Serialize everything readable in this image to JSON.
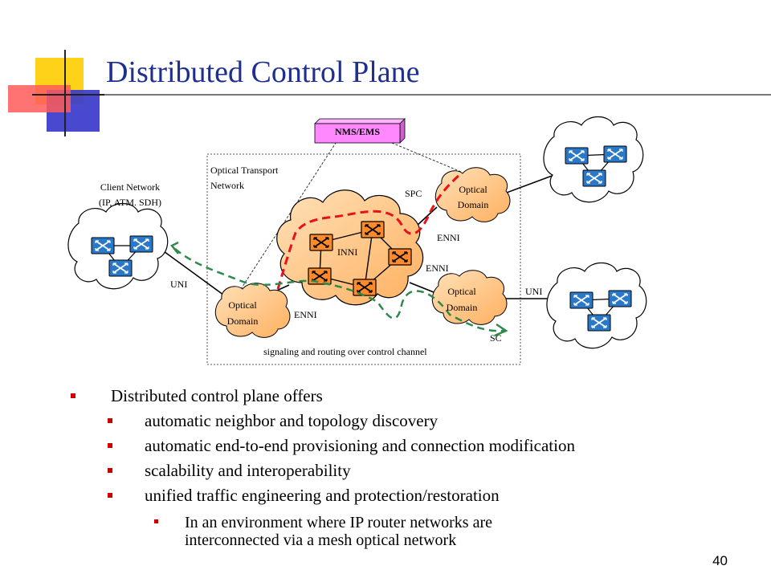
{
  "slide": {
    "title": "Distributed Control Plane",
    "page_number": "40"
  },
  "diagram": {
    "nms_label": "NMS/EMS",
    "otn_label_line1": "Optical Transport",
    "otn_label_line2": "Network",
    "client_label_line1": "Client Network",
    "client_label_line2": "(IP, ATM. SDH)",
    "spc_label": "SPC",
    "sc_label": "SC",
    "inni_label": "INNI",
    "enni_label": "ENNI",
    "uni_label": "UNI",
    "optical_domain_line1": "Optical",
    "optical_domain_line2": "Domain",
    "caption": "signaling and routing over control channel"
  },
  "bullets": {
    "main": "Distributed control plane offers",
    "items": [
      "automatic neighbor and topology discovery",
      "automatic end-to-end provisioning and connection modification",
      "scalability and interoperability",
      "unified traffic engineering and protection/restoration"
    ],
    "sub_line1": "In an environment where IP router networks are",
    "sub_line2": "interconnected via a mesh optical network"
  },
  "colors": {
    "title": "#1f2f8f",
    "bullet": "#cc0000",
    "spc_path": "#e8101a",
    "sc_path": "#2e8a4a",
    "nms_fill": "#ff88ff",
    "router_fill": "#ff8a2a",
    "client_router_fill": "#2a78c8"
  }
}
